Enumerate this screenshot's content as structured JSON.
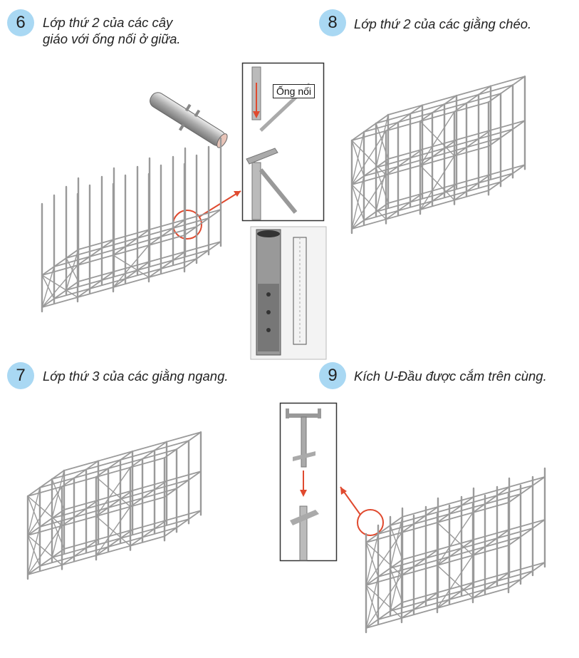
{
  "steps": [
    {
      "number": "6",
      "caption": "Lớp thứ 2 của các cây giáo với ống nối ở giữa."
    },
    {
      "number": "8",
      "caption": "Lớp thứ 2 của các giằng chéo."
    },
    {
      "number": "7",
      "caption": "Lớp thứ 3 của các giằng ngang."
    },
    {
      "number": "9",
      "caption": "Kích U-Đầu được cắm trên cùng."
    }
  ],
  "callouts": {
    "coupler_label": "Ống nối"
  },
  "colors": {
    "badge": "#a9d8f3",
    "steel": "#9a9a9a",
    "highlight": "#e04a2f"
  }
}
